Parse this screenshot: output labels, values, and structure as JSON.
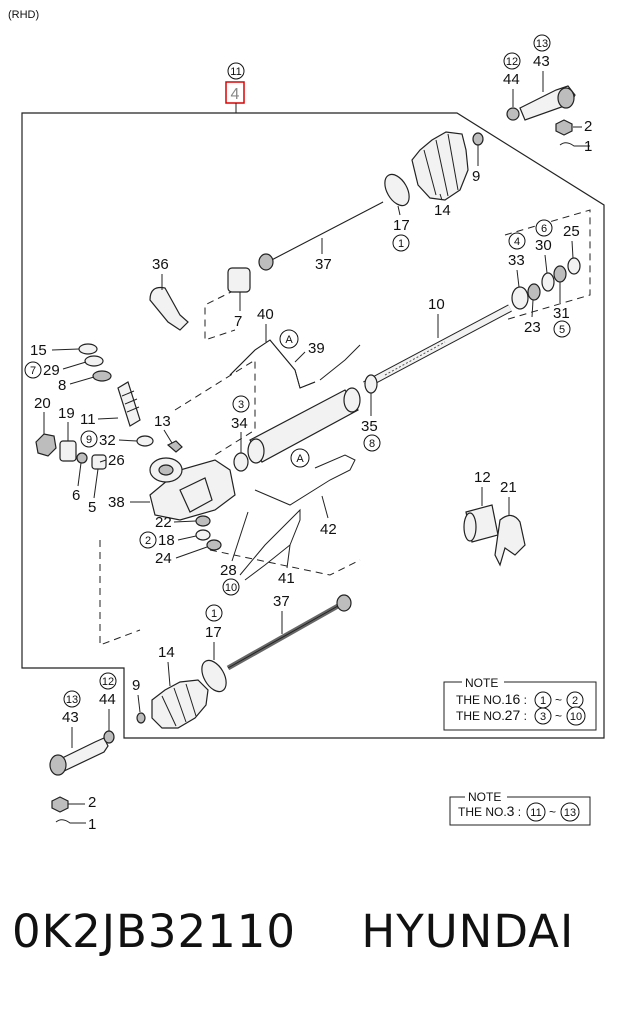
{
  "header": {
    "variant": "(RHD)"
  },
  "assembly": {
    "ref_circle": "11",
    "part_no": "4"
  },
  "callouts": [
    {
      "id": "c15",
      "num": "15"
    },
    {
      "id": "c29",
      "num": "29",
      "circle": "7"
    },
    {
      "id": "c8",
      "num": "8"
    },
    {
      "id": "c20",
      "num": "20"
    },
    {
      "id": "c19",
      "num": "19"
    },
    {
      "id": "c11",
      "num": "11"
    },
    {
      "id": "c32",
      "num": "32",
      "circle": "9"
    },
    {
      "id": "c13",
      "num": "13"
    },
    {
      "id": "c26",
      "num": "26"
    },
    {
      "id": "c6",
      "num": "6"
    },
    {
      "id": "c5",
      "num": "5"
    },
    {
      "id": "c38",
      "num": "38"
    },
    {
      "id": "c22",
      "num": "22"
    },
    {
      "id": "c18",
      "num": "18",
      "circle": "2"
    },
    {
      "id": "c24",
      "num": "24"
    },
    {
      "id": "c28",
      "num": "28",
      "circle_below": "10"
    },
    {
      "id": "c41",
      "num": "41"
    },
    {
      "id": "c42",
      "num": "42"
    },
    {
      "id": "c36",
      "num": "36"
    },
    {
      "id": "c7",
      "num": "7"
    },
    {
      "id": "c40",
      "num": "40"
    },
    {
      "id": "c39",
      "num": "39"
    },
    {
      "id": "cA1",
      "num": "A"
    },
    {
      "id": "cA2",
      "num": "A"
    },
    {
      "id": "c34",
      "num": "34",
      "circle_above": "3"
    },
    {
      "id": "c37a",
      "num": "37"
    },
    {
      "id": "c17a",
      "num": "17",
      "circle_below": "1"
    },
    {
      "id": "c14a",
      "num": "14"
    },
    {
      "id": "c9a",
      "num": "9"
    },
    {
      "id": "c10",
      "num": "10"
    },
    {
      "id": "c35",
      "num": "35",
      "circle_below": "8"
    },
    {
      "id": "c33",
      "num": "33",
      "circle_above": "4"
    },
    {
      "id": "c30",
      "num": "30",
      "circle_above": "6"
    },
    {
      "id": "c25",
      "num": "25"
    },
    {
      "id": "c23",
      "num": "23"
    },
    {
      "id": "c31",
      "num": "31",
      "circle_below": "5"
    },
    {
      "id": "c12",
      "num": "12"
    },
    {
      "id": "c21",
      "num": "21"
    },
    {
      "id": "c37b",
      "num": "37"
    },
    {
      "id": "c17b",
      "num": "17",
      "circle_above": "1"
    },
    {
      "id": "c14b",
      "num": "14"
    },
    {
      "id": "c9b",
      "num": "9"
    },
    {
      "id": "c43a",
      "num": "43",
      "circle_above": "13"
    },
    {
      "id": "c44a",
      "num": "44",
      "circle_above": "12"
    },
    {
      "id": "c2a",
      "num": "2"
    },
    {
      "id": "c1a",
      "num": "1"
    },
    {
      "id": "c43b",
      "num": "43",
      "circle_above": "13"
    },
    {
      "id": "c44b",
      "num": "44",
      "circle_above": "12"
    },
    {
      "id": "c2b",
      "num": "2"
    },
    {
      "id": "c1b",
      "num": "1"
    }
  ],
  "notes": {
    "inner": {
      "title": "NOTE",
      "line1": {
        "prefix": "THE NO.",
        "no": "16",
        "from": "1",
        "to": "2",
        "sep": "~"
      },
      "line2": {
        "prefix": "THE NO.",
        "no": "27",
        "from": "3",
        "to": "10",
        "sep": "~"
      }
    },
    "outer": {
      "title": "NOTE",
      "line1": {
        "prefix": "THE NO.",
        "no": "3",
        "from": "11",
        "to": "13",
        "sep": "~"
      }
    }
  },
  "footer": {
    "part_code": "0K2JB32110",
    "brand": "HYUNDAI"
  }
}
